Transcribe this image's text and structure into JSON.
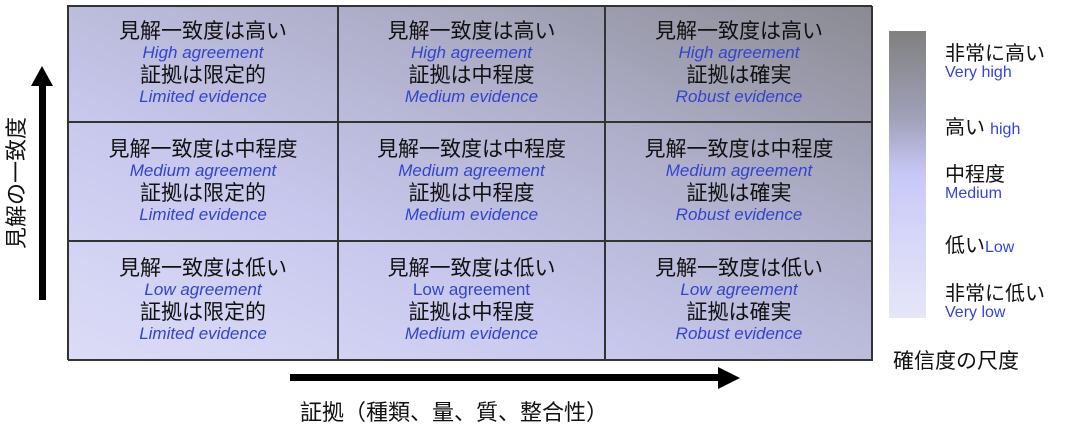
{
  "y_axis_label": "見解の一致度",
  "x_axis_label": "証拠（種類、量、質、整合性）",
  "matrix": [
    [
      {
        "agreement_jp": "見解一致度は高い",
        "agreement_en": "High agreement",
        "evidence_jp": "証拠は限定的",
        "evidence_en": "Limited evidence"
      },
      {
        "agreement_jp": "見解一致度は高い",
        "agreement_en": "High agreement",
        "evidence_jp": "証拠は中程度",
        "evidence_en": "Medium evidence"
      },
      {
        "agreement_jp": "見解一致度は高い",
        "agreement_en": "High agreement",
        "evidence_jp": "証拠は確実",
        "evidence_en": "Robust evidence"
      }
    ],
    [
      {
        "agreement_jp": "見解一致度は中程度",
        "agreement_en": "Medium agreement",
        "evidence_jp": "証拠は限定的",
        "evidence_en": "Limited evidence"
      },
      {
        "agreement_jp": "見解一致度は中程度",
        "agreement_en": "Medium agreement",
        "evidence_jp": "証拠は中程度",
        "evidence_en": "Medium evidence"
      },
      {
        "agreement_jp": "見解一致度は中程度",
        "agreement_en": "Medium agreement",
        "evidence_jp": "証拠は確実",
        "evidence_en": "Robust evidence"
      }
    ],
    [
      {
        "agreement_jp": "見解一致度は低い",
        "agreement_en": "Low agreement",
        "evidence_jp": "証拠は限定的",
        "evidence_en": "Limited evidence"
      },
      {
        "agreement_jp": "見解一致度は低い",
        "agreement_en": "Low agreement",
        "evidence_jp": "証拠は中程度",
        "evidence_en": "Medium evidence"
      },
      {
        "agreement_jp": "見解一致度は低い",
        "agreement_en": "Low agreement",
        "evidence_jp": "証拠は確実",
        "evidence_en": "Robust evidence"
      }
    ]
  ],
  "legend": {
    "title": "確信度の尺度",
    "levels": [
      {
        "jp": "非常に高い",
        "en": "Very high"
      },
      {
        "jp": "高い",
        "en": "high"
      },
      {
        "jp": "中程度",
        "en": "Medium"
      },
      {
        "jp": "低い",
        "en": "Low"
      },
      {
        "jp": "非常に低い",
        "en": "Very low"
      }
    ]
  },
  "colors": {
    "english_text": "#3344cc",
    "high_confidence": "#808080",
    "low_confidence": "#e6e6f8"
  }
}
